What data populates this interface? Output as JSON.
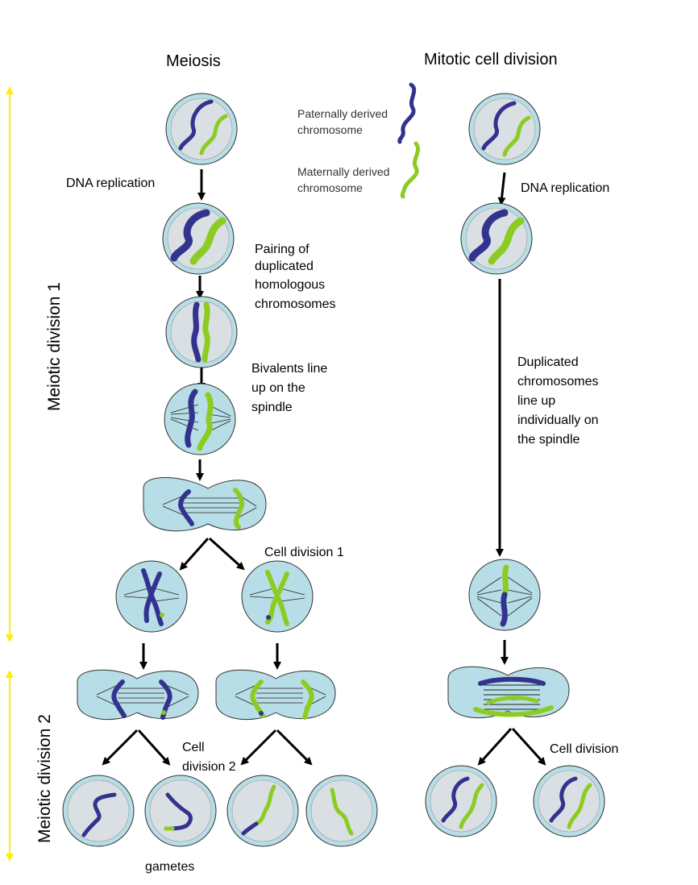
{
  "headings": {
    "meiosis": "Meiosis",
    "mitosis": "Mitotic cell division"
  },
  "side_labels": {
    "division1": "Meiotic division 1",
    "division2": "Meiotic division 2"
  },
  "legend": {
    "paternal": [
      "Paternally derived",
      "chromosome"
    ],
    "maternal": [
      "Maternally derived",
      "chromosome"
    ]
  },
  "labels": {
    "dna_replication_meiosis": "DNA replication",
    "dna_replication_mitosis": "DNA replication",
    "pairing": [
      "Pairing of",
      "duplicated",
      "homologous",
      "chromosomes"
    ],
    "bivalents": [
      "Bivalents line",
      "up on the",
      "spindle"
    ],
    "cell_division_1": "Cell division 1",
    "cell_division_2": [
      "Cell",
      "division 2"
    ],
    "gametes": "gametes",
    "duplicated_line_up": [
      "Duplicated",
      "chromosomes",
      "line up",
      "individually on",
      "the spindle"
    ],
    "cell_division": "Cell division"
  },
  "colors": {
    "paternal": "#33338f",
    "maternal": "#8ccc22",
    "cell_fill": "#b7dde6",
    "nucleus_fill": "#d9dfe3",
    "axis": "#ffee00",
    "arrow": "#000000"
  }
}
